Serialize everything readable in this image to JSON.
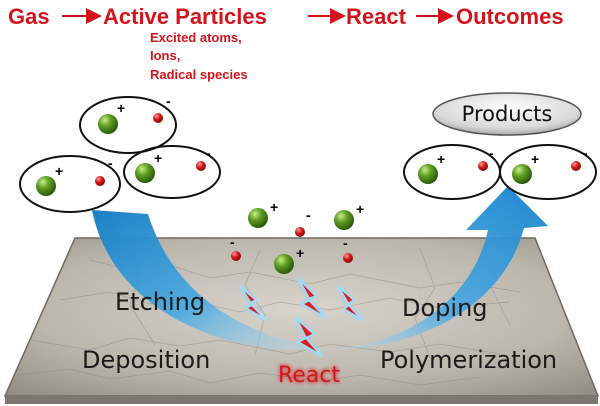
{
  "flow": {
    "gas": "Gas",
    "active": "Active Particles",
    "react": "React",
    "outcomes": "Outcomes"
  },
  "species": {
    "line1": "Excited atoms,",
    "line2": "Ions,",
    "line3": "Radical species"
  },
  "products": {
    "label": "Products"
  },
  "surface": {
    "etching": "Etching",
    "deposition": "Deposition",
    "doping": "Doping",
    "polymerization": "Polymerization",
    "react": "React"
  },
  "charges": {
    "plus": "+",
    "minus": "-"
  },
  "colors": {
    "title_red": "#d4141c",
    "ion_green": "#4a8a1c",
    "electron_red": "#d01818",
    "arrow_blue": "#1f8fd0",
    "surface_gray": "#b9b4a9",
    "lightning": "#e01a1a"
  },
  "icons": {
    "flow_arrow": "right-arrow-icon",
    "lightning": "lightning-bolt-icon"
  }
}
